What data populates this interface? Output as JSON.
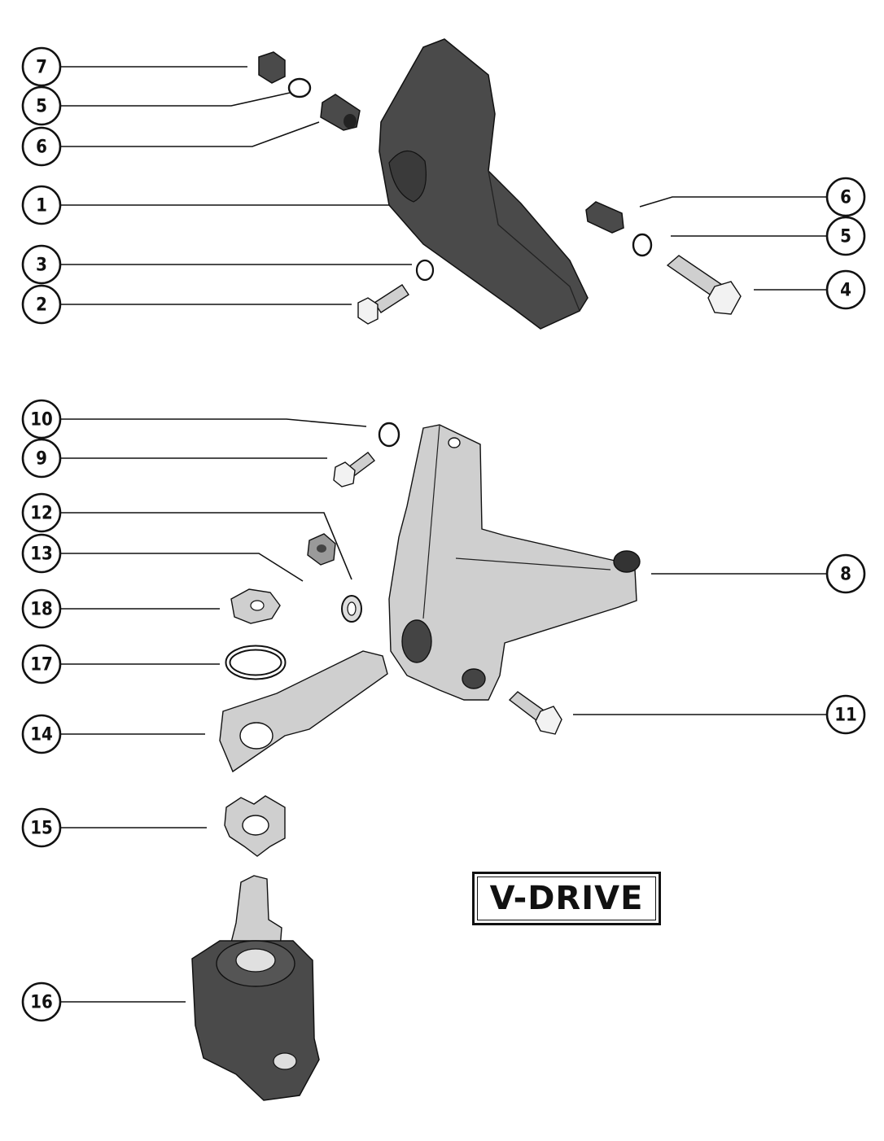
{
  "diagram_label": "V-DRIVE",
  "callouts": [
    {
      "id": "c7a",
      "number": "7"
    },
    {
      "id": "c5a",
      "number": "5"
    },
    {
      "id": "c6a",
      "number": "6"
    },
    {
      "id": "c1",
      "number": "1"
    },
    {
      "id": "c3",
      "number": "3"
    },
    {
      "id": "c2",
      "number": "2"
    },
    {
      "id": "c6b",
      "number": "6"
    },
    {
      "id": "c5b",
      "number": "5"
    },
    {
      "id": "c4",
      "number": "4"
    },
    {
      "id": "c10",
      "number": "10"
    },
    {
      "id": "c9",
      "number": "9"
    },
    {
      "id": "c12",
      "number": "12"
    },
    {
      "id": "c13",
      "number": "13"
    },
    {
      "id": "c18",
      "number": "18"
    },
    {
      "id": "c17",
      "number": "17"
    },
    {
      "id": "c14",
      "number": "14"
    },
    {
      "id": "c15",
      "number": "15"
    },
    {
      "id": "c16",
      "number": "16"
    },
    {
      "id": "c8",
      "number": "8"
    },
    {
      "id": "c11",
      "number": "11"
    }
  ]
}
